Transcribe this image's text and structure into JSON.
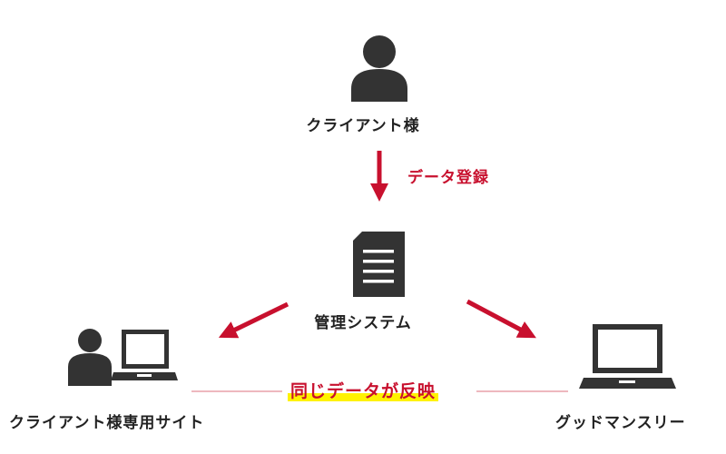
{
  "nodes": {
    "client": {
      "label": "クライアント様",
      "icon": "person-icon"
    },
    "system": {
      "label": "管理システム",
      "icon": "document-icon"
    },
    "client_site": {
      "label": "クライアント様専用サイト",
      "icon": "person-with-laptop-icon"
    },
    "good_monthly": {
      "label": "グッドマンスリー",
      "icon": "laptop-icon"
    }
  },
  "edges": {
    "register": {
      "label": "データ登録",
      "from": "client",
      "to": "system"
    },
    "to_site": {
      "from": "system",
      "to": "client_site"
    },
    "to_monthly": {
      "from": "system",
      "to": "good_monthly"
    },
    "same_data": {
      "label": "同じデータが反映",
      "between": [
        "client_site",
        "good_monthly"
      ]
    }
  },
  "colors": {
    "icon": "#333333",
    "arrow": "#c8102e",
    "line": "#e8a0a8",
    "highlight": "#fff200"
  }
}
